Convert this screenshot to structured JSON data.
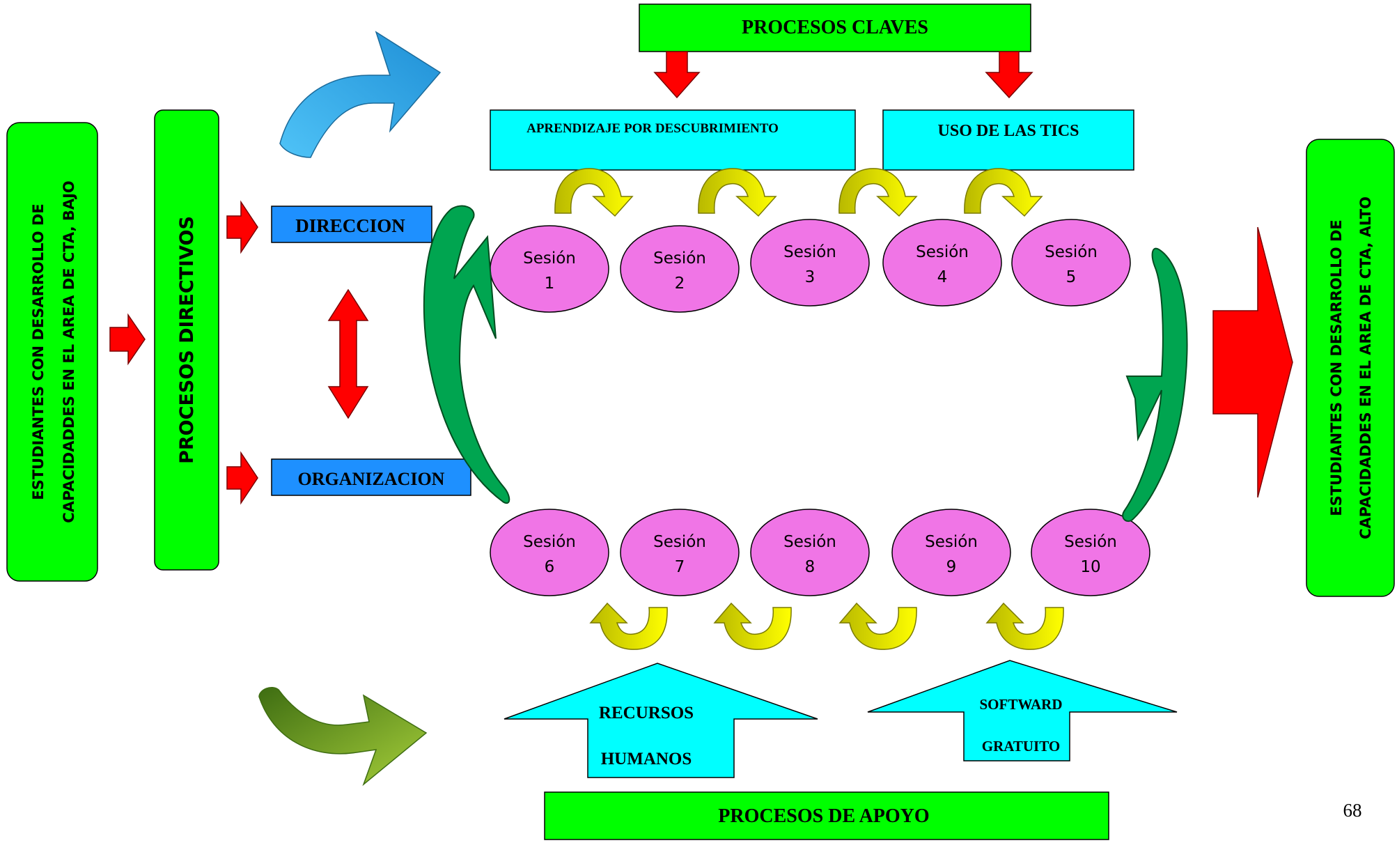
{
  "top_box": {
    "label": "PROCESOS CLAVES",
    "color": "#00ff00"
  },
  "bottom_box": {
    "label": "PROCESOS DE APOYO",
    "color": "#00ff00"
  },
  "left_start": {
    "lines": [
      "ESTUDIANTES CON DESARROLLO DE",
      "CAPACIDADDES EN  EL AREA DE CTA, BAJO"
    ],
    "color": "#00ff00"
  },
  "directive": {
    "label": "PROCESOS DIRECTIVOS",
    "color": "#00ff00"
  },
  "direccion": {
    "label": "DIRECCION",
    "color": "#1e90ff"
  },
  "organizacion": {
    "label": "ORGANIZACION",
    "color": "#1e90ff"
  },
  "key_processes": [
    {
      "label": "APRENDIZAJE POR DESCUBRIMIENTO"
    },
    {
      "label": "USO DE LAS TICS"
    }
  ],
  "support_processes": [
    {
      "lines": [
        "RECURSOS",
        "HUMANOS"
      ]
    },
    {
      "lines": [
        "SOFTWARD",
        "GRATUITO"
      ]
    }
  ],
  "right_end": {
    "lines": [
      "ESTUDIANTES CON DESARROLLO DE",
      "CAPACIDADDES EN  EL AREA DE CTA, ALTO"
    ],
    "color": "#00ff00"
  },
  "sessions_top": [
    {
      "word": "Sesión",
      "num": "1"
    },
    {
      "word": "Sesión",
      "num": "2"
    },
    {
      "word": "Sesión",
      "num": "3"
    },
    {
      "word": "Sesión",
      "num": "4"
    },
    {
      "word": "Sesión",
      "num": "5"
    }
  ],
  "sessions_bottom": [
    {
      "word": "Sesión",
      "num": "6"
    },
    {
      "word": "Sesión",
      "num": "7"
    },
    {
      "word": "Sesión",
      "num": "8"
    },
    {
      "word": "Sesión",
      "num": "9"
    },
    {
      "word": "Sesión",
      "num": "10"
    }
  ],
  "page_number": "68",
  "colors": {
    "session_fill": "#f075e6",
    "cyan": "#00ffff",
    "red_arrow": "#ff0000",
    "yellow_arrow": "#ffff00",
    "green_cycle": "#00a550",
    "blue_arrow": "#3cb4e6",
    "olive_arrow": "#8ab82e"
  }
}
